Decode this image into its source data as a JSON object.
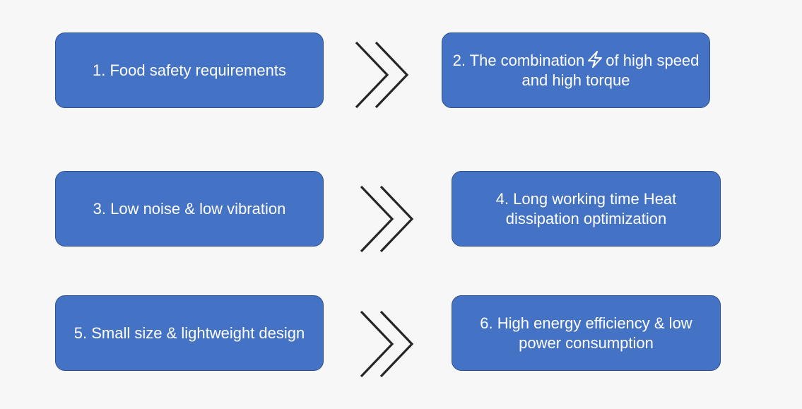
{
  "steps": [
    {
      "label": "1. Food safety requirements"
    },
    {
      "label_before": "2. The combination",
      "label_after": "of high speed and high torque",
      "icon": "lightning-bolt-icon"
    },
    {
      "label": "3. Low noise & low vibration"
    },
    {
      "label": "4. Long working time Heat dissipation optimization"
    },
    {
      "label": "5. Small size & lightweight design"
    },
    {
      "label": "6. High energy efficiency & low power consumption"
    }
  ],
  "colors": {
    "box_fill": "#4472c4",
    "box_border": "#2f528f",
    "text": "#ffffff",
    "arrow": "#262626",
    "background": "#f7f7f7"
  }
}
